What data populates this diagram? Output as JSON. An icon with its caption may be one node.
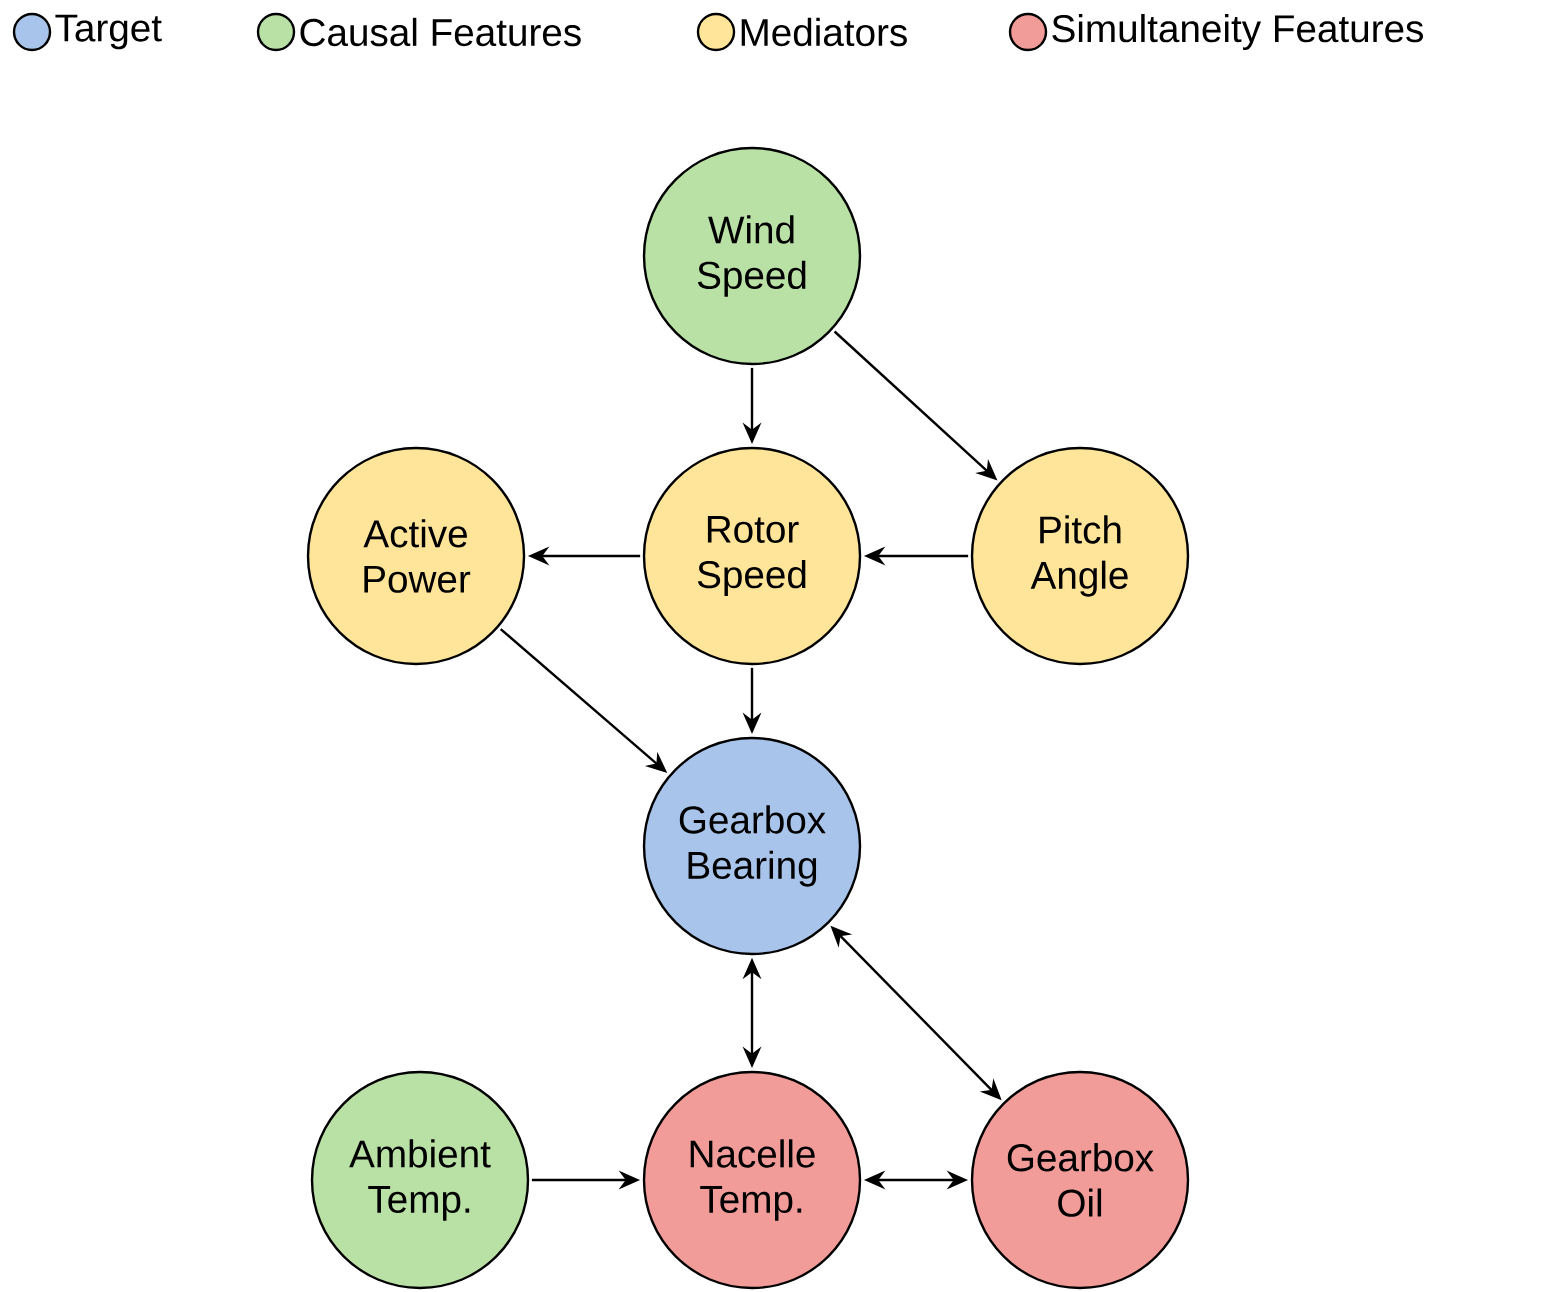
{
  "diagram": {
    "nodes": [
      {
        "text": [
          "Wind Speed"
        ]
      },
      {
        "text": [
          "Active Power"
        ]
      },
      {
        "text": [
          "Rotor Speed"
        ]
      },
      {
        "text": [
          "Pitch Angle"
        ]
      },
      {
        "text": [
          "Gearbox Bearing"
        ]
      },
      {
        "text": [
          "Ambient Temp."
        ]
      },
      {
        "text": [
          "Nacelle Temp."
        ]
      },
      {
        "text": [
          "Gearbox Oil"
        ]
      }
    ],
    "edges": [
      {
        "from": 0,
        "to": 2,
        "arrow": "to"
      },
      {
        "from": 0,
        "to": 3,
        "arrow": "to"
      },
      {
        "from": 3,
        "to": 2,
        "arrow": "to"
      },
      {
        "from": 2,
        "to": 1,
        "arrow": "to"
      },
      {
        "from": 2,
        "to": 4,
        "arrow": "to"
      },
      {
        "from": 1,
        "to": 4,
        "arrow": "to"
      },
      {
        "from": 4,
        "to": 6,
        "arrow": "both"
      },
      {
        "from": 4,
        "to": 7,
        "arrow": "both"
      },
      {
        "from": 5,
        "to": 6,
        "arrow": "to"
      },
      {
        "from": 6,
        "to": 7,
        "arrow": "both"
      }
    ],
    "legend": [
      {
        "text": "Target",
        "color": "#a9c4eb"
      },
      {
        "text": "Causal Features",
        "color": "#b9e0a5"
      },
      {
        "text": "Mediators",
        "color": "#ffe599"
      },
      {
        "text": "Simultaneity Features",
        "color": "#f19c99"
      }
    ]
  }
}
